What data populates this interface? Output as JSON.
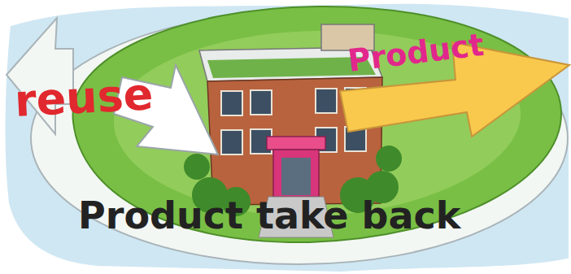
{
  "diagram": {
    "labels": [
      "reuse",
      "Product",
      "Product take back"
    ]
  }
}
